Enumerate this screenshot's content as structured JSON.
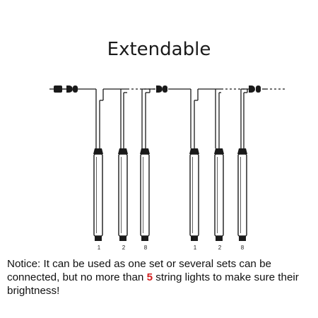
{
  "title": "Extendable",
  "strings": [
    {
      "labels": [
        "1",
        "2",
        "8"
      ]
    },
    {
      "labels": [
        "1",
        "2",
        "8"
      ]
    }
  ],
  "notice": {
    "before": "Notice: It can be used as one set or several sets can be connected, but no more than ",
    "highlight": "5",
    "after": " string lights to make sure their brightness!"
  },
  "colors": {
    "line": "#1a1a1a",
    "highlight": "#d21f1f"
  },
  "icons": {
    "plug": "power-plug-icon",
    "tube": "led-tube-icon"
  }
}
